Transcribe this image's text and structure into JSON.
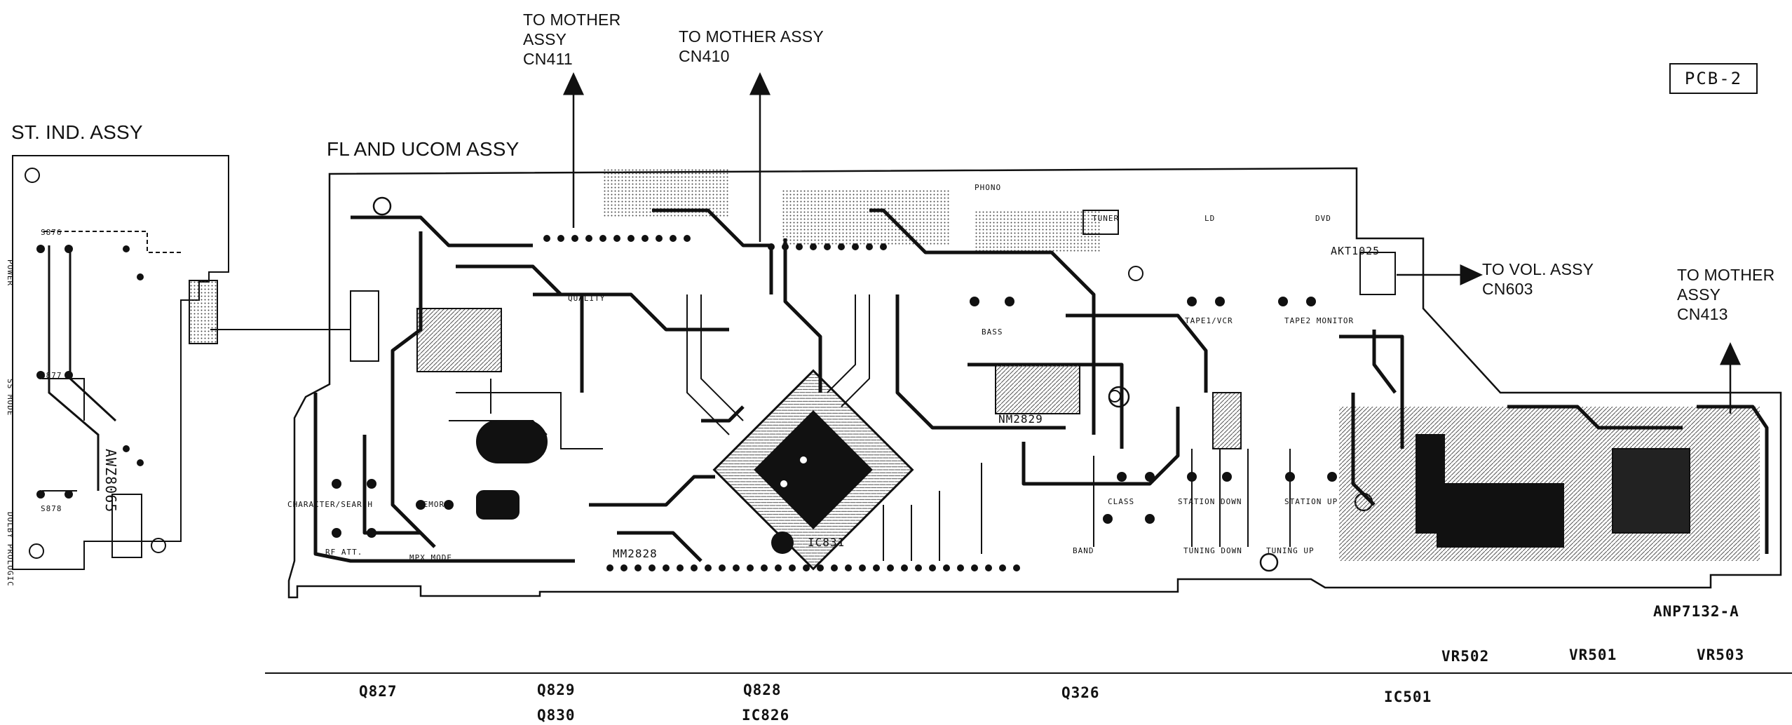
{
  "sheet": {
    "pcb_tag": "PCB-2",
    "part_number": "ANP7132-A"
  },
  "boards": {
    "st_ind": {
      "title": "ST. IND. ASSY",
      "switches": [
        "S876",
        "S877",
        "S878"
      ],
      "switch_labels": [
        "POWER",
        "SS MODE",
        "DOLBY PROLOGIC"
      ],
      "ref": "AWZ8065"
    },
    "fl_ucom": {
      "title": "FL AND UCOM ASSY",
      "panel_labels": [
        "PHONO",
        "TUNER",
        "LD",
        "DVD",
        "QUALITY",
        "BASS",
        "TAPE1/VCR",
        "TAPE2 MONITOR",
        "MEMORY",
        "CHARACTER/SEARCH",
        "RF ATT.",
        "MPX MODE",
        "CLASS",
        "STATION DOWN",
        "STATION UP",
        "TUNING DOWN",
        "TUNING UP",
        "BAND"
      ],
      "chip_marks": [
        "IC831",
        "NM2829",
        "MM2828"
      ]
    }
  },
  "connectors": {
    "cn411": {
      "text": "TO MOTHER\nASSY\nCN411"
    },
    "cn410": {
      "text": "TO MOTHER ASSY\nCN410"
    },
    "cn603": {
      "text": "TO VOL. ASSY\nCN603"
    },
    "cn413": {
      "text": "TO MOTHER\nASSY\nCN413"
    },
    "akt": "AKT1025"
  },
  "parts_rows": {
    "upper": [
      "VR502",
      "VR501",
      "VR503"
    ],
    "lower": [
      "Q827",
      "Q829",
      "Q830",
      "Q828",
      "IC826",
      "Q326",
      "IC501"
    ]
  }
}
